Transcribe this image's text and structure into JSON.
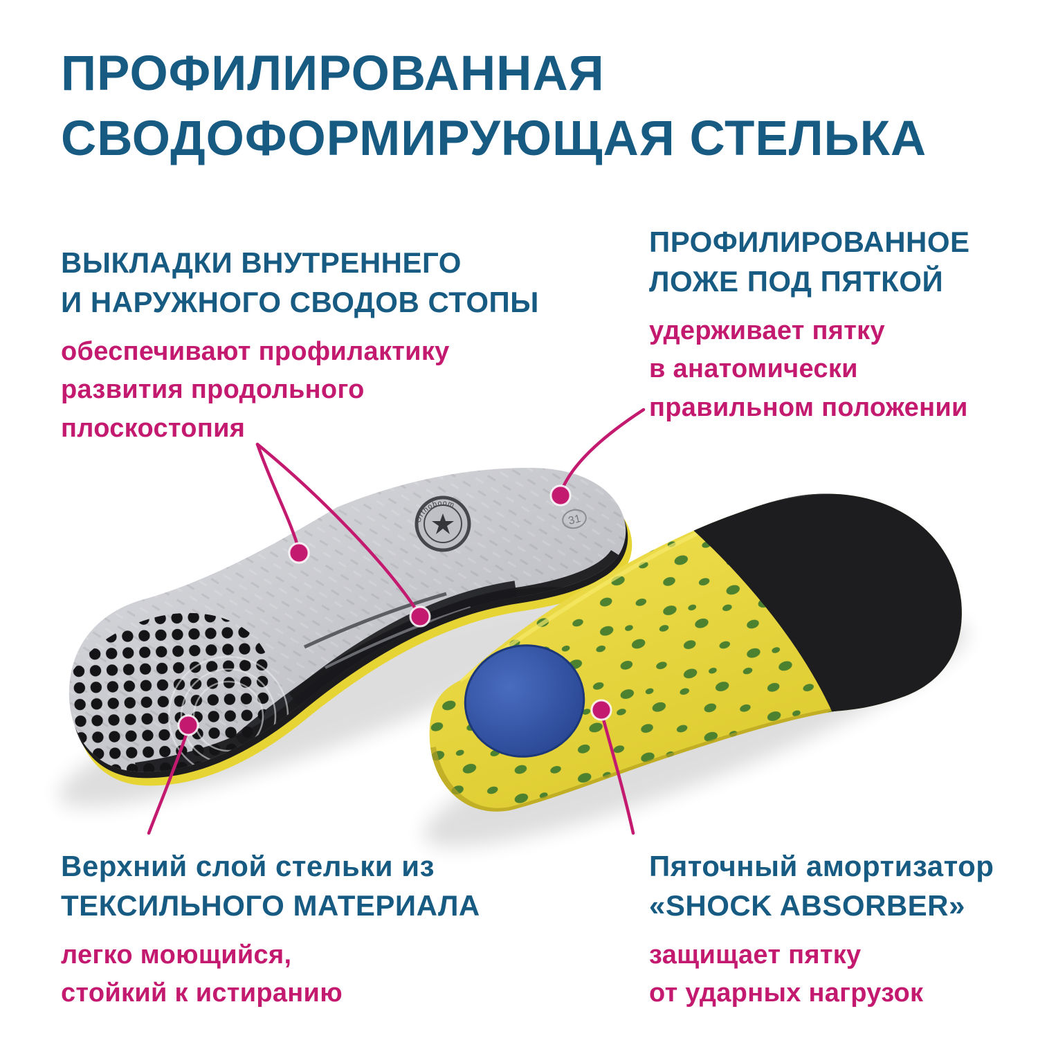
{
  "title": {
    "lines": [
      "ПРОФИЛИРОВАННАЯ",
      "СВОДОФОРМИРУЮЩАЯ СТЕЛЬКА"
    ]
  },
  "callouts": {
    "arch_pads": {
      "heading_lines": [
        "ВЫКЛАДКИ ВНУТРЕННЕГО",
        "И НАРУЖНОГО СВОДОВ СТОПЫ"
      ],
      "body_lines": [
        "обеспечивают профилактику",
        "развития продольного",
        "плоскостопия"
      ]
    },
    "heel_bed": {
      "heading_lines": [
        "ПРОФИЛИРОВАННОЕ",
        "ЛОЖЕ ПОД ПЯТКОЙ"
      ],
      "body_lines": [
        "удерживает пятку",
        "в анатомически",
        "правильном положении"
      ]
    },
    "top_layer": {
      "heading_lines": [
        "Верхний слой стельки из",
        "ТЕКСИЛЬНОГО МАТЕРИАЛА"
      ],
      "body_lines": [
        "легко моющийся,",
        "стойкий к истиранию"
      ]
    },
    "shock_absorber": {
      "heading_lines": [
        "Пяточный амортизатор",
        "«SHOCK ABSORBER»"
      ],
      "body_lines": [
        "защищает пятку",
        "от ударных нагрузок"
      ]
    }
  },
  "product": {
    "brand_logo_text": "Orthoboom",
    "size_label": "31"
  },
  "colors": {
    "heading_blue": "#175b83",
    "accent_magenta": "#c31a70",
    "insole_grey": "#c7c8cd",
    "insole_yellow": "#e9d838",
    "dot_green": "#3f7a2e",
    "pad_blue": "#2b4ea0",
    "sole_black": "#1d1d20"
  }
}
